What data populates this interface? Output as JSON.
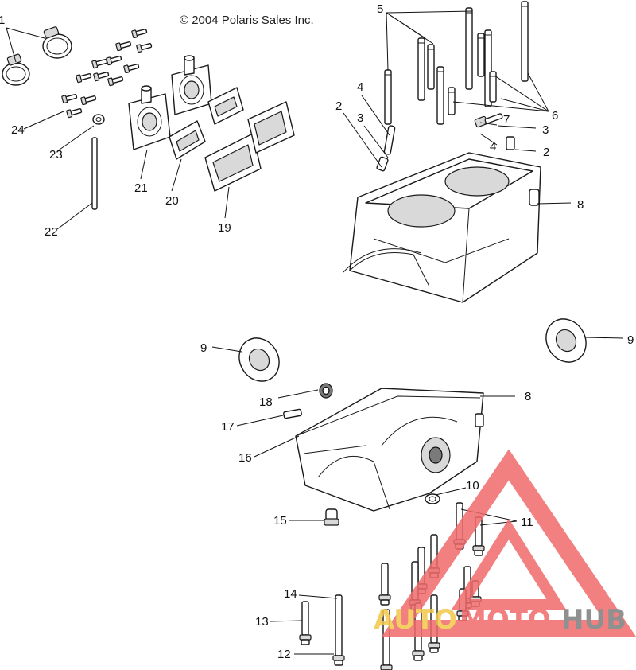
{
  "copyright": "© 2004 Polaris Sales Inc.",
  "callouts": {
    "c1": "1",
    "c2a": "2",
    "c2b": "2",
    "c3a": "3",
    "c3b": "3",
    "c4a": "4",
    "c4b": "4",
    "c5": "5",
    "c6": "6",
    "c7": "7",
    "c8a": "8",
    "c8b": "8",
    "c9a": "9",
    "c9b": "9",
    "c10": "10",
    "c11": "11",
    "c12": "12",
    "c13": "13",
    "c14": "14",
    "c15": "15",
    "c16": "16",
    "c17": "17",
    "c18": "18",
    "c19": "19",
    "c20": "20",
    "c21": "21",
    "c22": "22",
    "c23": "23",
    "c24": "24"
  },
  "watermark": {
    "part1": "AUTO",
    "part2": "MOTO",
    "part3": "HUB",
    "color_yellow": "#f3c84a",
    "color_red": "#f06a6a",
    "color_gray": "#7d7d7d"
  }
}
